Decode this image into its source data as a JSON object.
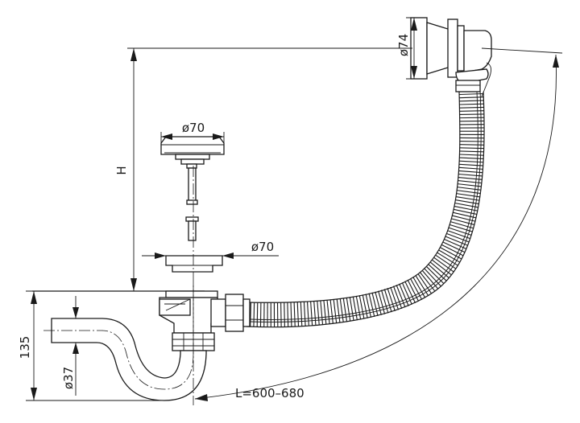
{
  "labels": {
    "bath_overflow_diameter": "ø74",
    "plug_diameter": "ø70",
    "drain_flange_diameter": "ø70",
    "height": "H",
    "trap_height": "135",
    "pipe_diameter": "ø37",
    "length": "L=600–680"
  },
  "colors": {
    "line": "#1a1a1a",
    "background": "#ffffff"
  }
}
